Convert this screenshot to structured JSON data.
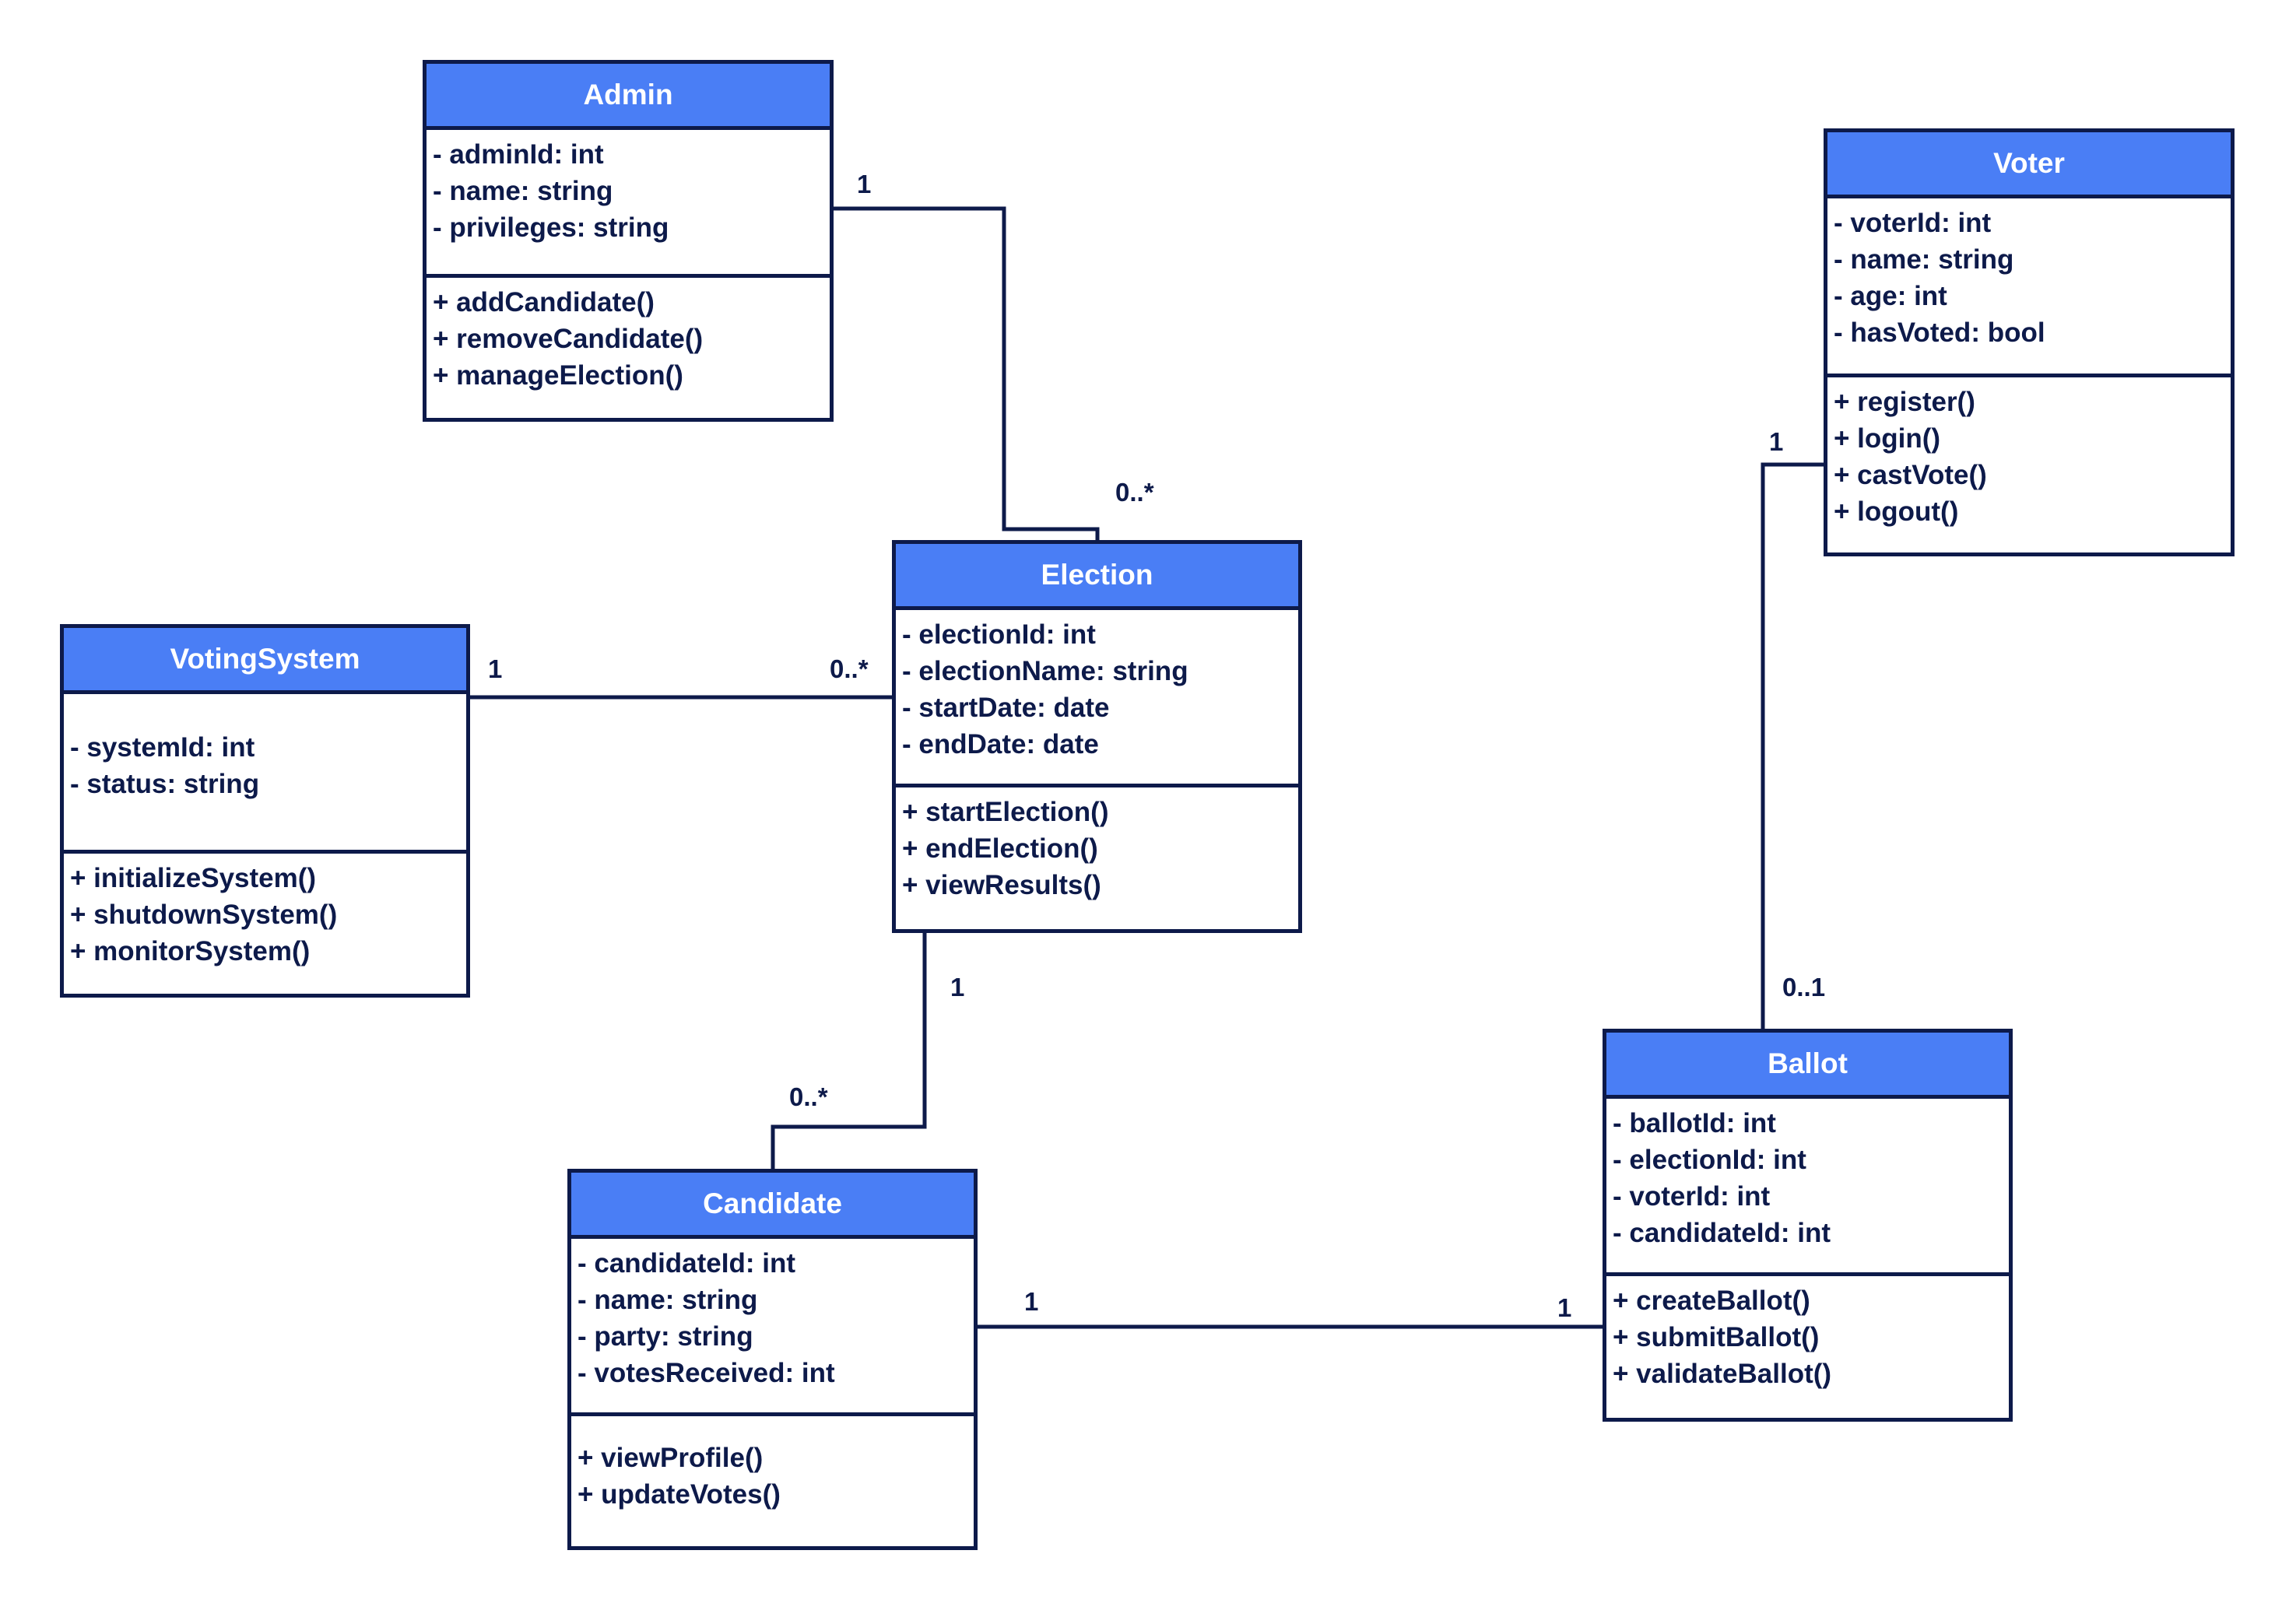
{
  "classes": {
    "admin": {
      "name": "Admin",
      "attributes": [
        "- adminId: int",
        "- name: string",
        "- privileges: string"
      ],
      "methods": [
        "+ addCandidate()",
        "+ removeCandidate()",
        "+ manageElection()"
      ]
    },
    "voter": {
      "name": "Voter",
      "attributes": [
        "- voterId: int",
        "- name: string",
        "- age: int",
        "- hasVoted: bool"
      ],
      "methods": [
        "+ register()",
        "+ login()",
        "+ castVote()",
        "+ logout()"
      ]
    },
    "election": {
      "name": "Election",
      "attributes": [
        "- electionId: int",
        "- electionName: string",
        "- startDate: date",
        "- endDate: date"
      ],
      "methods": [
        "+ startElection()",
        "+ endElection()",
        "+ viewResults()"
      ]
    },
    "voting_system": {
      "name": "VotingSystem",
      "attributes": [
        "- systemId: int",
        "- status: string"
      ],
      "methods": [
        "+ initializeSystem()",
        "+ shutdownSystem()",
        "+ monitorSystem()"
      ]
    },
    "candidate": {
      "name": "Candidate",
      "attributes": [
        "- candidateId: int",
        "- name: string",
        "- party: string",
        "- votesReceived: int"
      ],
      "methods": [
        "+ viewProfile()",
        "+ updateVotes()"
      ]
    },
    "ballot": {
      "name": "Ballot",
      "attributes": [
        "- ballotId: int",
        "- electionId: int",
        "- voterId: int",
        "- candidateId: int"
      ],
      "methods": [
        "+ createBallot()",
        "+ submitBallot()",
        "+ validateBallot()"
      ]
    }
  },
  "associations": {
    "admin_election": {
      "source_multiplicity": "1",
      "target_multiplicity": "0..*"
    },
    "system_election": {
      "source_multiplicity": "1",
      "target_multiplicity": "0..*"
    },
    "election_candidate": {
      "source_multiplicity": "1",
      "target_multiplicity": "0..*"
    },
    "candidate_ballot": {
      "source_multiplicity": "1",
      "target_multiplicity": "1"
    },
    "voter_ballot": {
      "source_multiplicity": "1",
      "target_multiplicity": "0..1"
    }
  },
  "colors": {
    "header_fill": "#4a7ef5",
    "border": "#0d1a4a",
    "text": "#0d1a4a",
    "header_text": "#ffffff"
  }
}
